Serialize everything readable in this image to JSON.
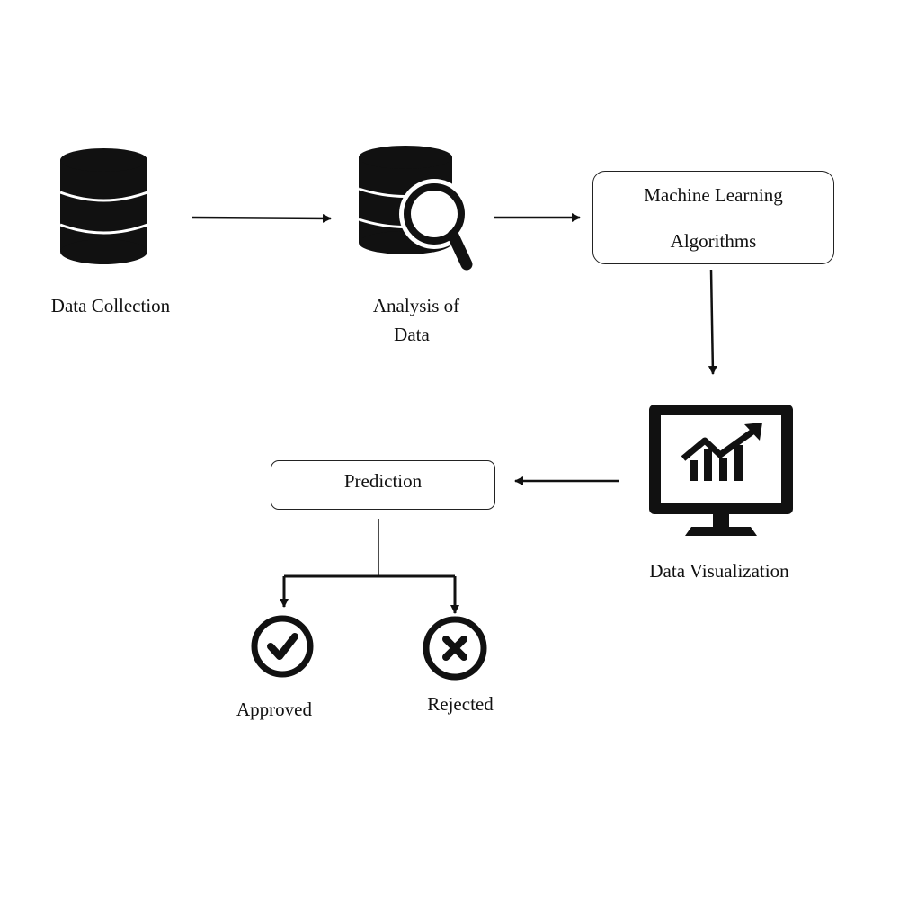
{
  "nodes": {
    "data_collection": {
      "label": "Data Collection",
      "icon": "database-icon"
    },
    "analysis": {
      "label_line1": "Analysis of",
      "label_line2": "Data",
      "icon": "database-search-icon"
    },
    "ml_algorithms": {
      "label_line1": "Machine Learning",
      "label_line2": "Algorithms"
    },
    "data_visualization": {
      "label": "Data Visualization",
      "icon": "monitor-chart-icon"
    },
    "prediction": {
      "label": "Prediction"
    },
    "approved": {
      "label": "Approved",
      "icon": "check-circle-icon"
    },
    "rejected": {
      "label": "Rejected",
      "icon": "x-circle-icon"
    }
  },
  "colors": {
    "ink": "#111111",
    "background": "#ffffff"
  }
}
